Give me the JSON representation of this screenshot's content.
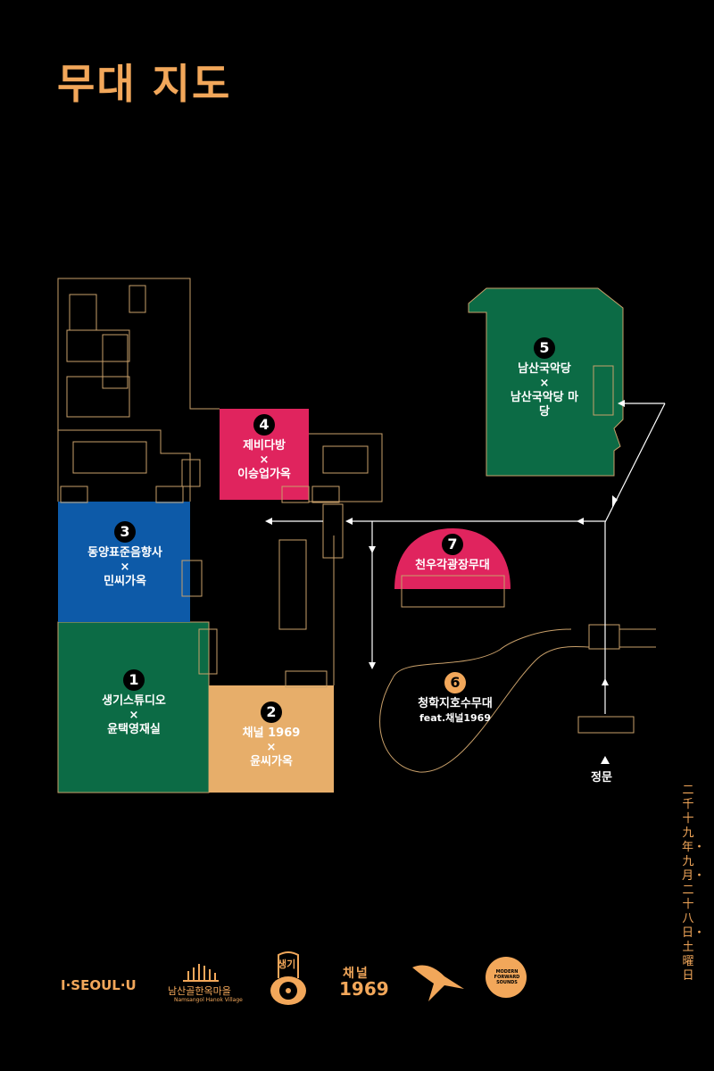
{
  "title": "무대 지도",
  "colors": {
    "accent": "#f2a75a",
    "green": "#0c6b45",
    "blue": "#0d5aa8",
    "pink": "#e0245e",
    "tan": "#e7ae6a",
    "line": "#c9a06a"
  },
  "stages": [
    {
      "num": "1",
      "line1": "생기스튜디오",
      "line2": "×",
      "line3": "윤택영재실"
    },
    {
      "num": "2",
      "line1": "채널 1969",
      "line2": "×",
      "line3": "윤씨가옥"
    },
    {
      "num": "3",
      "line1": "동양표준음향사",
      "line2": "×",
      "line3": "민씨가옥"
    },
    {
      "num": "4",
      "line1": "제비다방",
      "line2": "×",
      "line3": "이승업가옥"
    },
    {
      "num": "5",
      "line1": "남산국악당",
      "line2": "×",
      "line3": "남산국악당 마당"
    },
    {
      "num": "6",
      "line1": "청학지호수무대",
      "line2": "feat.채널1969"
    },
    {
      "num": "7",
      "line1": "천우각광장무대"
    }
  ],
  "gate": "정문",
  "date_vertical": "二千十九年・九月・二十八日・土曜日",
  "logos": {
    "seoul": "I·SEOUL·U",
    "village_kr": "남산골한옥마을",
    "village_en": "Namsangol Hanok Village",
    "saenggi": "생기",
    "channel_top": "채널",
    "channel_year": "1969",
    "forward": "MODERN FORWARD SOUNDS"
  }
}
